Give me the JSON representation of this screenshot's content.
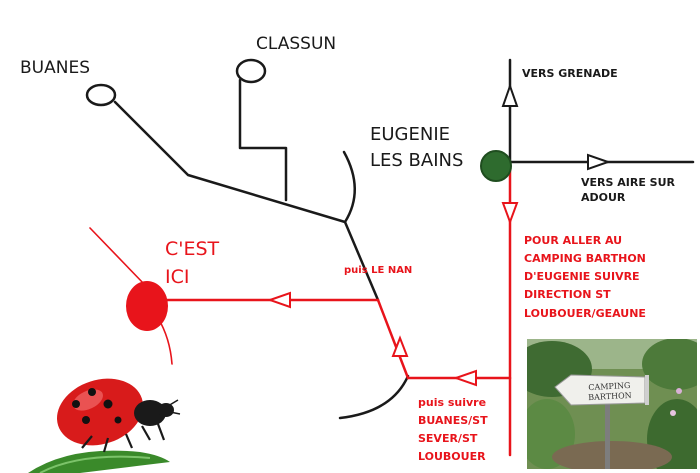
{
  "places": {
    "buanes": "BUANES",
    "classun": "CLASSUN",
    "eugenie_line1": "EUGENIE",
    "eugenie_line2": "LES BAINS",
    "vers_grenade": "VERS GRENADE",
    "vers_aire_line1": "VERS AIRE SUR",
    "vers_aire_line2": "ADOUR"
  },
  "destination": {
    "line1": "C'EST",
    "line2": "ICI"
  },
  "route": {
    "puis_le_nan": "puis LE NAN",
    "directions": [
      "POUR ALLER AU",
      "CAMPING BARTHON",
      "D'EUGENIE SUIVRE",
      "DIRECTION ST",
      "LOUBOUER/GEAUNE"
    ],
    "puis_suivre": [
      "puis suivre",
      "BUANES/ST",
      "SEVER/ST",
      "LOUBOUER"
    ]
  },
  "photo_sign": {
    "line1": "CAMPING",
    "line2": "BARTHON"
  },
  "colors": {
    "road": "#1a1a1a",
    "route": "#e8141b",
    "eugenie_marker": "#2e6b2e",
    "destination_marker": "#e8141b"
  }
}
